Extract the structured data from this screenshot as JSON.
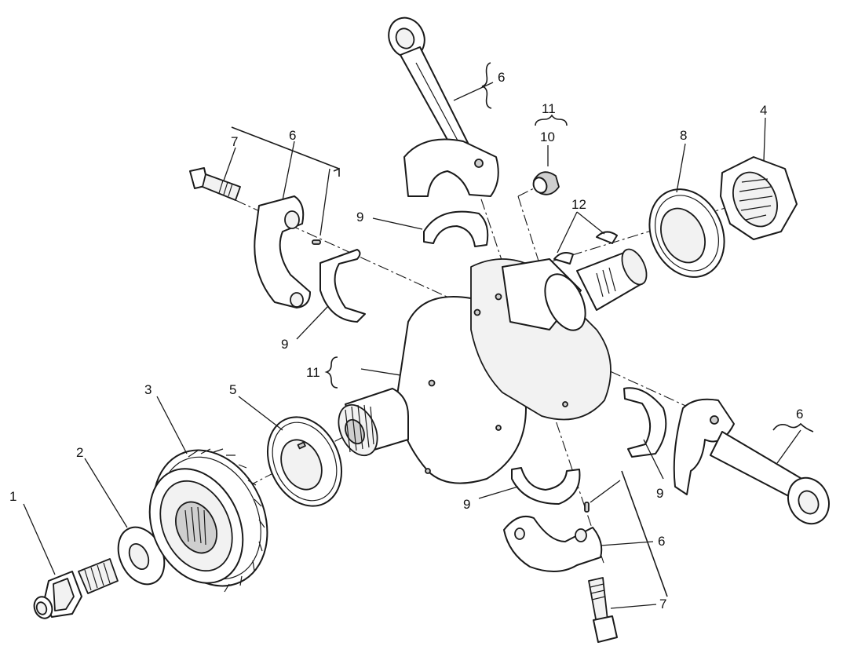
{
  "diagram": {
    "callouts": {
      "c1": "1",
      "c2": "2",
      "c3": "3",
      "c4": "4",
      "c5": "5",
      "c6a": "6",
      "c6b": "6",
      "c6c": "6",
      "c6d": "6",
      "c7a": "7",
      "c7b": "7",
      "c8": "8",
      "c9a": "9",
      "c9b": "9",
      "c9c": "9",
      "c9d": "9",
      "c10": "10",
      "c11a": "11",
      "c11b": "11",
      "c12": "12"
    }
  }
}
